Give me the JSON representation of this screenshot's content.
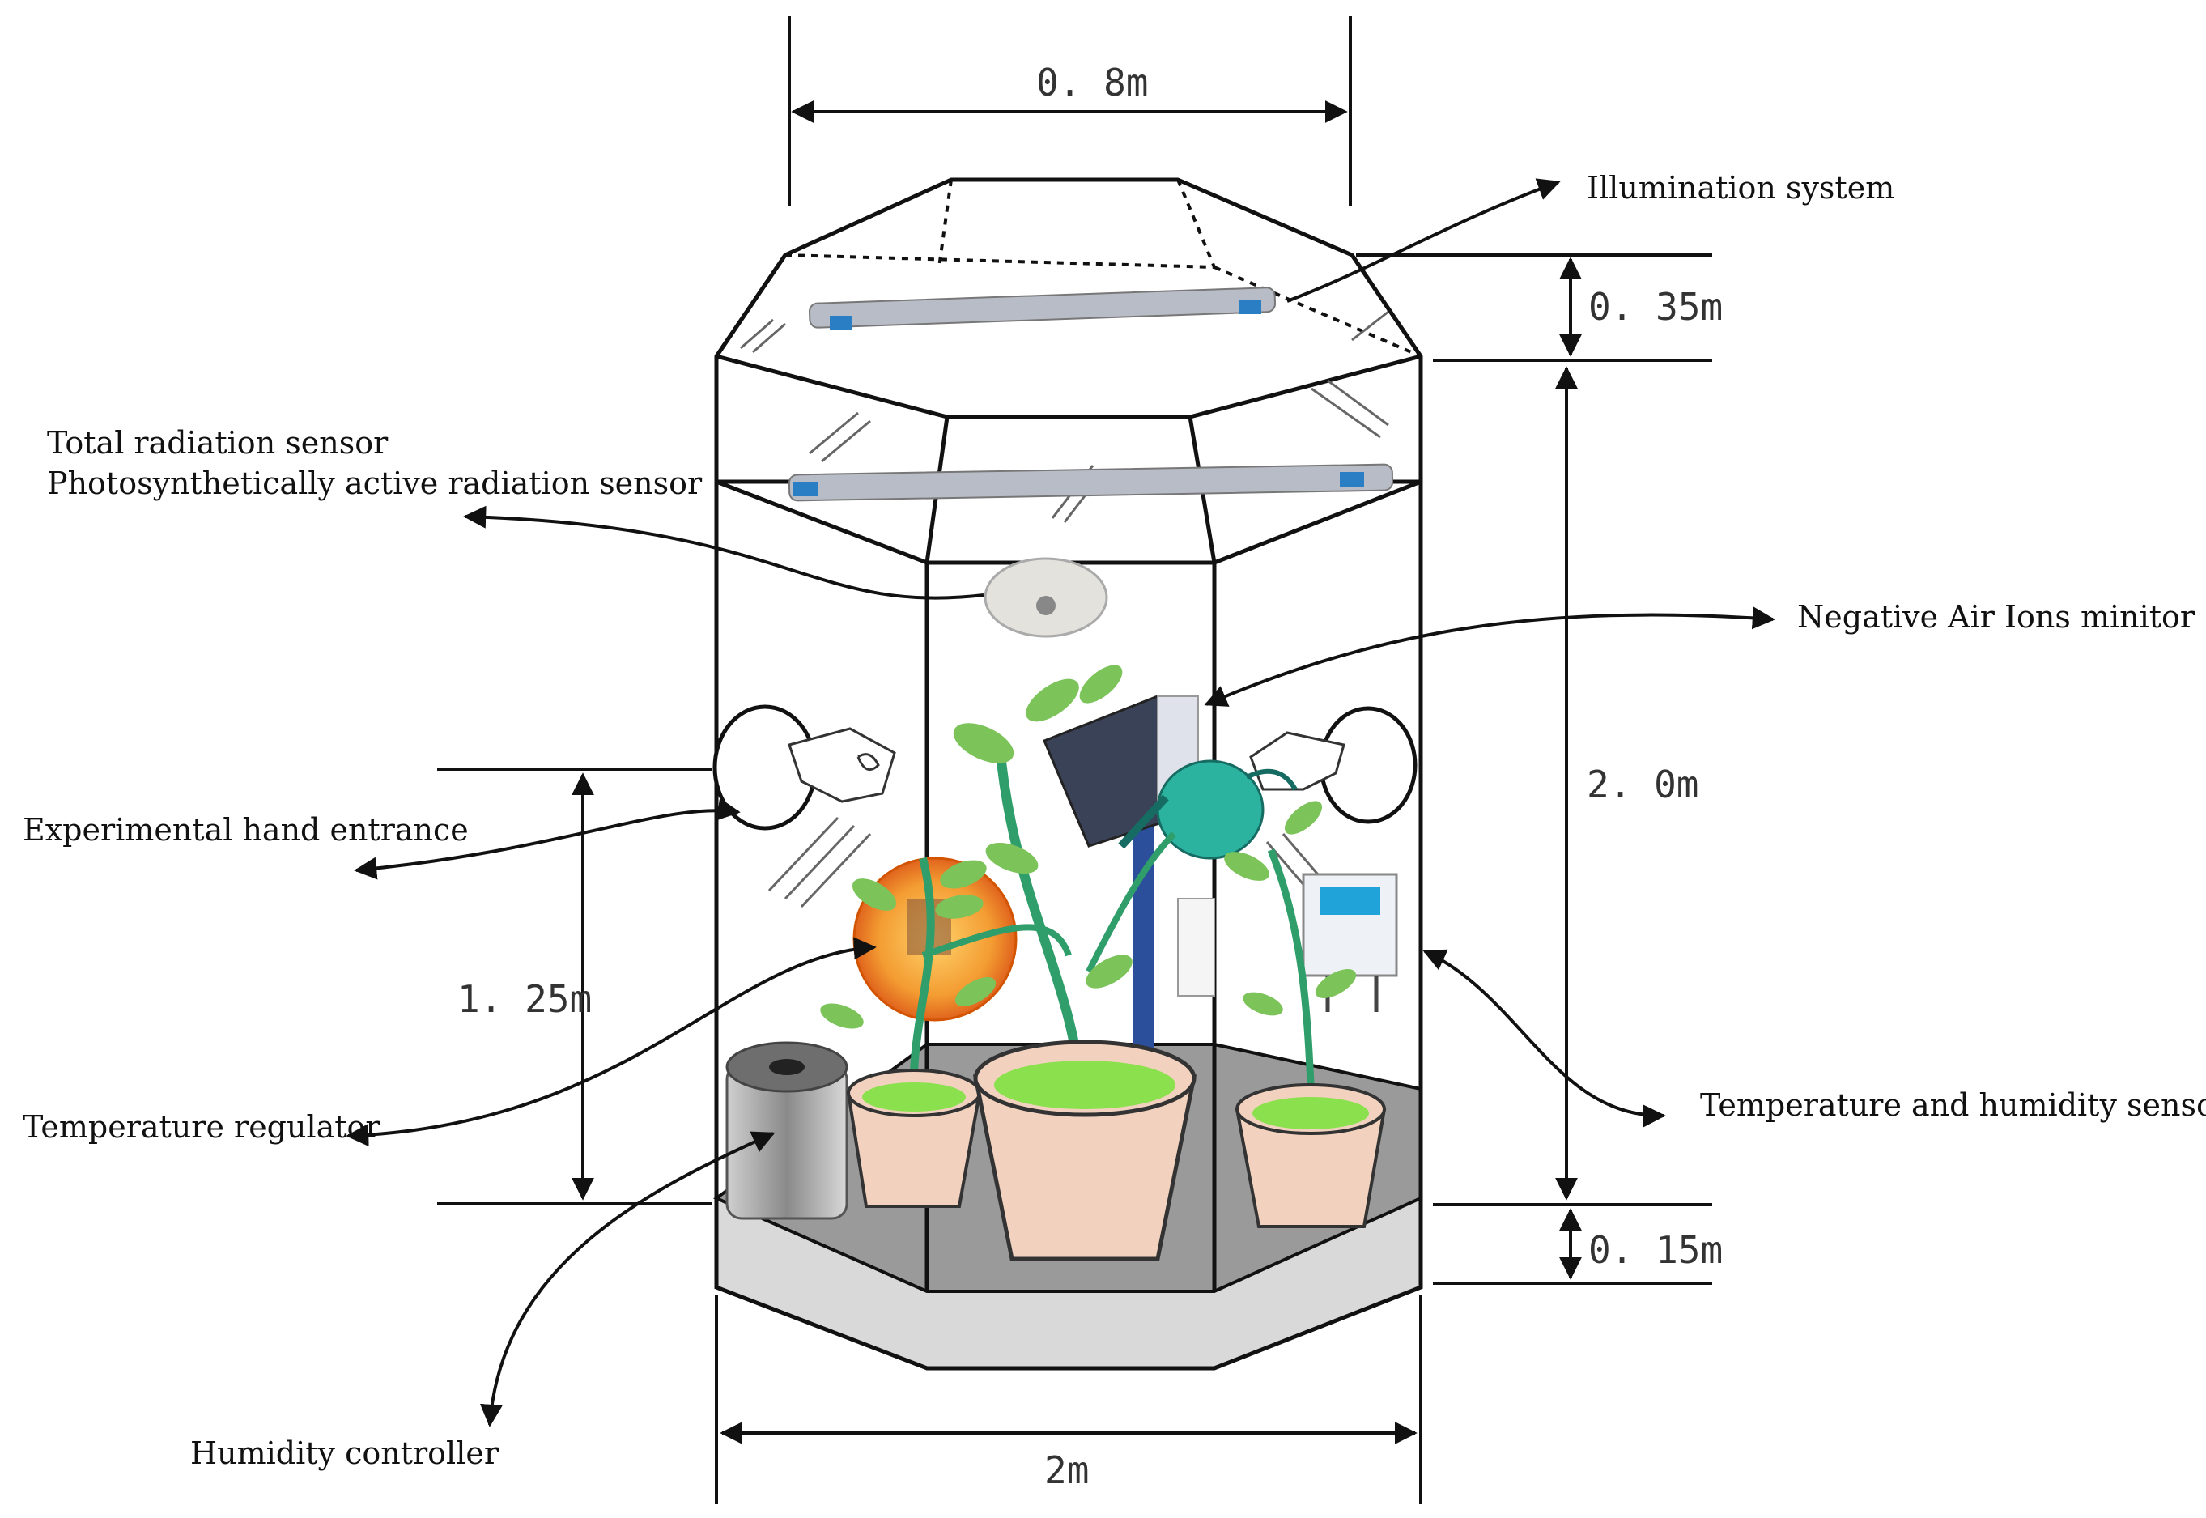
{
  "labels": {
    "illumination": "Illumination system",
    "radiation_1": "Total radiation sensor",
    "radiation_2": "Photosynthetically active radiation sensor",
    "ions": "Negative Air Ions minitor",
    "hand": "Experimental hand entrance",
    "temp_regulator": "Temperature regulator",
    "temp_humidity": "Temperature and humidity sensor",
    "humidity_controller": "Humidity controller"
  },
  "dimensions": {
    "top_width": "0. 8m",
    "roof_height": "0. 35m",
    "body_height": "2. 0m",
    "hand_height": "1. 25m",
    "base_height": "0. 15m",
    "base_width": "2m"
  },
  "colors": {
    "line": "#111111",
    "floor": "#9a9a9a",
    "base": "#d9d9d9",
    "leaf": "#7cc35a",
    "stem": "#2f9e6a",
    "pot": "#f2d2bf",
    "soil": "#8be04e",
    "regulator": "#f39c32",
    "monitor_pole": "#2b4f9a",
    "monitor_box": "#3a4257",
    "sensor_screen": "#1fa3d8",
    "lamp": "#b8bcc6",
    "lamp_cap": "#2a7fc4"
  }
}
